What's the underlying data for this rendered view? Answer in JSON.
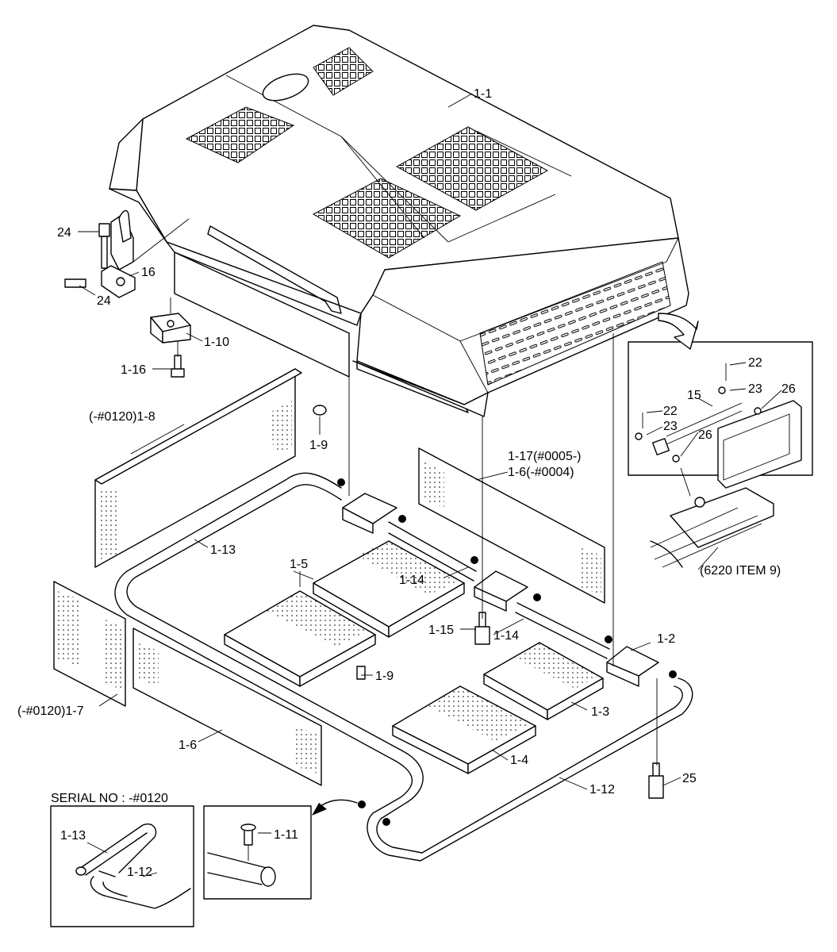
{
  "callouts": {
    "c1_1": "1-1",
    "c24a": "24",
    "c16": "16",
    "c24b": "24",
    "c1_10": "1-10",
    "c1_16": "1-16",
    "c1_8": "(-#0120)1-8",
    "c1_9a": "1-9",
    "c1_17": "1-17(#0005-)",
    "c1_6a": "1-6(-#0004)",
    "c1_13": "1-13",
    "c1_5": "1-5",
    "c1_14a": "1-14",
    "c1_15": "1-15",
    "c1_14b": "1-14",
    "c1_2": "1-2",
    "c1_9b": "1-9",
    "c1_7": "(-#0120)1-7",
    "c1_3": "1-3",
    "c1_6b": "1-6",
    "c1_4": "1-4",
    "c25": "25",
    "c1_12": "1-12",
    "c22a": "22",
    "c23a": "23",
    "c15": "15",
    "c26a": "26",
    "c22b": "22",
    "c23b": "23",
    "c26b": "26",
    "c6220": "(6220 ITEM 9)",
    "c1_11": "1-11",
    "c1_13b": "1-13",
    "c1_12b": "1-12"
  },
  "inset": {
    "serial_title": "SERIAL NO : -#0120"
  }
}
